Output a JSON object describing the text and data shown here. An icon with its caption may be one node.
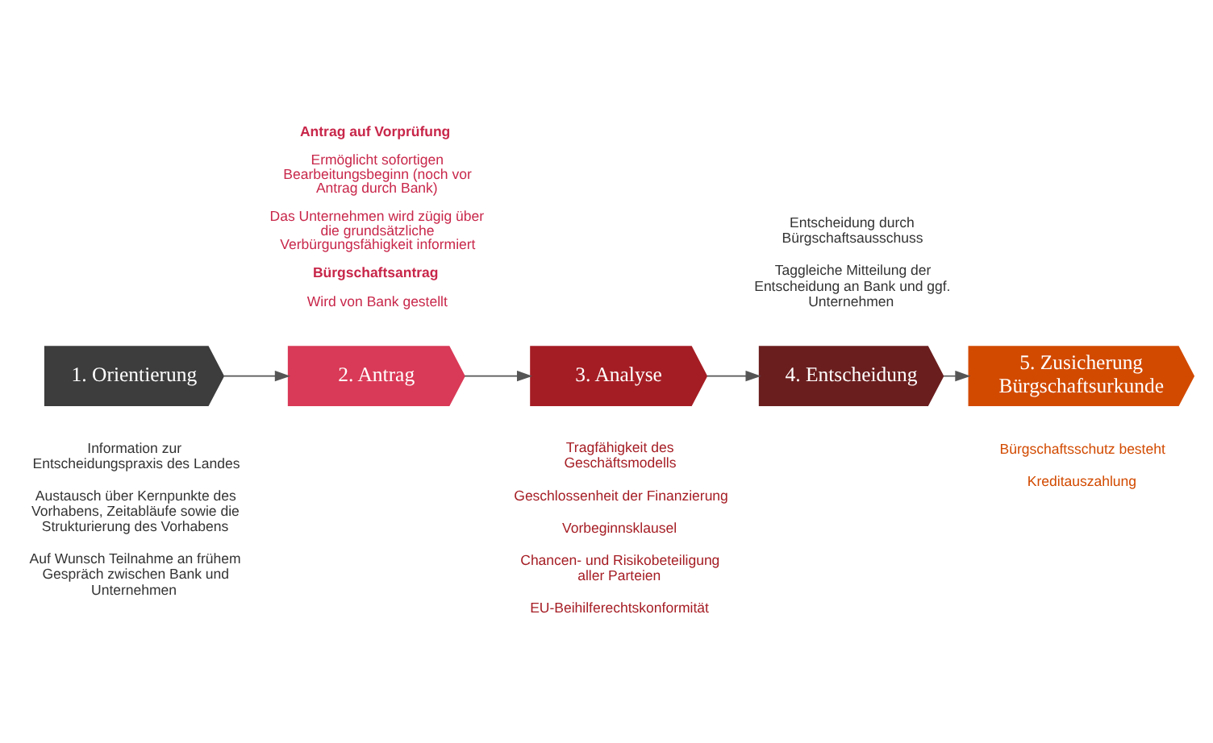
{
  "diagram": {
    "nodes": [
      {
        "text": [
          "1. Orientierung"
        ],
        "beside": [
          "Information zur Entscheidungspraxis des Landes",
          "Austausch über Kernpunkte des Vorhabens, Zeitabläufe sowie die Strukturierung des Vorhabens",
          "Auf Wunsch Teilnahme an frühem Gespräch zwischen Bank und Unternehmen"
        ]
      },
      {
        "text": [
          "2. Antrag"
        ],
        "beside": [
          "Antrag auf Vorprüfung",
          "Ermöglicht sofortigen Bearbeitungsbeginn (noch vor Antrag durch Bank)",
          "Das Unternehmen wird zügig über die grundsätzliche Verbürgungsfähigkeit informiert",
          "Bürgschaftsantrag",
          "Wird von Bank gestellt"
        ]
      },
      {
        "text": [
          "3. Analyse"
        ],
        "beside": [
          "Tragfähigkeit des Geschäftsmodells",
          "Geschlossenheit der Finanzierung",
          "Vorbeginnsklausel",
          "Chancen- und Risikobeteiligung aller Parteien",
          "EU-Beihilferechtskonformität"
        ]
      },
      {
        "text": [
          "4. Entscheidung"
        ],
        "beside": [
          "Entscheidung durch Bürgschaftsausschuss",
          "Taggleiche Mitteilung der Entscheidung an Bank und ggf. Unternehmen"
        ]
      },
      {
        "text": [
          "5. Zusicherung Bürgschaftsurkunde"
        ],
        "beside": [
          "Bürgschaftsschutz besteht",
          "Kreditauszahlung"
        ]
      }
    ],
    "edges": [
      {
        "from": 0,
        "to": 1,
        "arrow": "to"
      },
      {
        "from": 1,
        "to": 2,
        "arrow": "to"
      },
      {
        "from": 2,
        "to": 3,
        "arrow": "to"
      },
      {
        "from": 3,
        "to": 4,
        "arrow": "to"
      }
    ]
  }
}
